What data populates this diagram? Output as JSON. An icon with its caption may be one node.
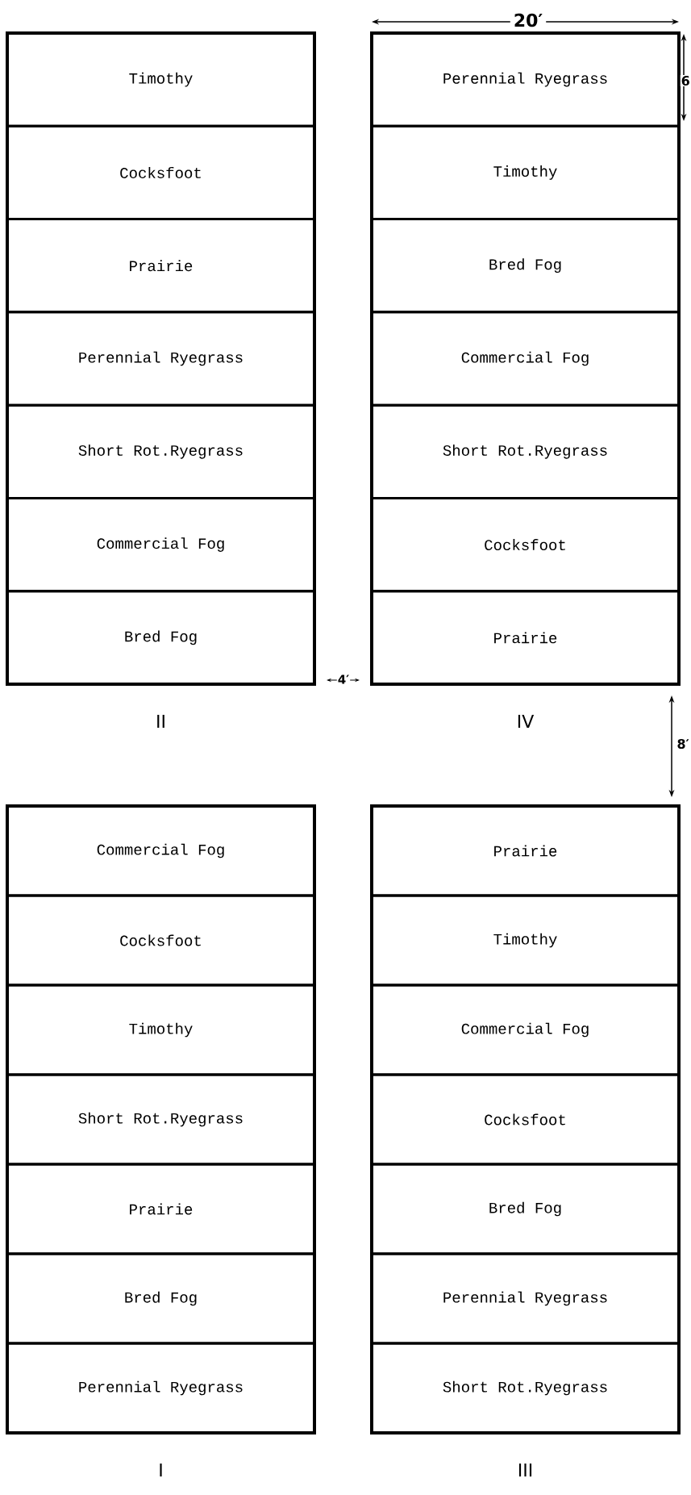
{
  "diagram": {
    "nodes": [
      {
        "text": [
          "II"
        ]
      },
      {
        "text": [
          "Timothy"
        ],
        "in": 0
      },
      {
        "text": [
          "Cocksfoot"
        ],
        "in": 0
      },
      {
        "text": [
          "Prairie"
        ],
        "in": 0
      },
      {
        "text": [
          "Perennial Ryegrass"
        ],
        "in": 0
      },
      {
        "text": [
          "Short Rot.Ryegrass"
        ],
        "in": 0
      },
      {
        "text": [
          "Commercial Fog"
        ],
        "in": 0
      },
      {
        "text": [
          "Bred Fog"
        ],
        "in": 0
      },
      {
        "text": [
          "IV"
        ]
      },
      {
        "text": [
          "Perennial Ryegrass"
        ],
        "in": 8
      },
      {
        "text": [
          "Timothy"
        ],
        "in": 8
      },
      {
        "text": [
          "Bred Fog"
        ],
        "in": 8
      },
      {
        "text": [
          "Commercial Fog"
        ],
        "in": 8
      },
      {
        "text": [
          "Short Rot.Ryegrass"
        ],
        "in": 8
      },
      {
        "text": [
          "Cocksfoot"
        ],
        "in": 8
      },
      {
        "text": [
          "Prairie"
        ],
        "in": 8
      },
      {
        "text": [
          "I"
        ]
      },
      {
        "text": [
          "Commercial Fog"
        ],
        "in": 16
      },
      {
        "text": [
          "Cocksfoot"
        ],
        "in": 16
      },
      {
        "text": [
          "Timothy"
        ],
        "in": 16
      },
      {
        "text": [
          "Short Rot.Ryegrass"
        ],
        "in": 16
      },
      {
        "text": [
          "Prairie"
        ],
        "in": 16
      },
      {
        "text": [
          "Bred Fog"
        ],
        "in": 16
      },
      {
        "text": [
          "Perennial Ryegrass"
        ],
        "in": 16
      },
      {
        "text": [
          "III"
        ]
      },
      {
        "text": [
          "Prairie"
        ],
        "in": 24
      },
      {
        "text": [
          "Timothy"
        ],
        "in": 24
      },
      {
        "text": [
          "Commercial Fog"
        ],
        "in": 24
      },
      {
        "text": [
          "Cocksfoot"
        ],
        "in": 24
      },
      {
        "text": [
          "Bred Fog"
        ],
        "in": 24
      },
      {
        "text": [
          "Perennial Ryegrass"
        ],
        "in": 24
      },
      {
        "text": [
          "Short Rot.Ryegrass"
        ],
        "in": 24
      }
    ],
    "labels": [
      "20′",
      "6",
      "4′",
      "8′"
    ]
  }
}
